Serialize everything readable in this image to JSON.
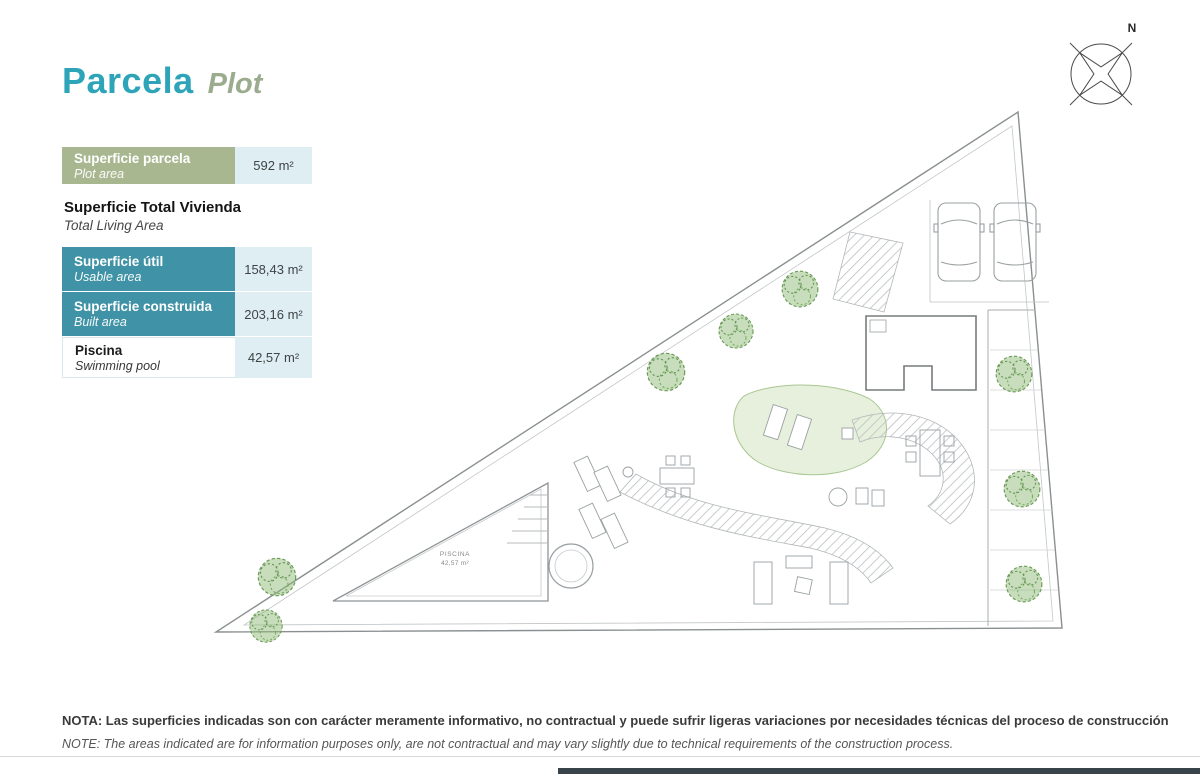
{
  "header": {
    "title_es": "Parcela",
    "title_en": "Plot"
  },
  "compass": {
    "north": "N"
  },
  "areas": {
    "plot": {
      "label_es": "Superficie parcela",
      "label_en": "Plot area",
      "value": "592 m²"
    },
    "total": {
      "label_es": "Superficie Total Vivienda",
      "label_en": "Total Living Area"
    },
    "usable": {
      "label_es": "Superficie útil",
      "label_en": "Usable area",
      "value": "158,43 m²"
    },
    "built": {
      "label_es": "Superficie construida",
      "label_en": "Built area",
      "value": "203,16 m²"
    },
    "pool": {
      "label_es": "Piscina",
      "label_en": "Swimming pool",
      "value": "42,57 m²"
    }
  },
  "plan": {
    "pool_label_1": "PISCINA",
    "pool_label_2": "42,57 m²"
  },
  "footer": {
    "note_es": "NOTA: Las superficies indicadas son con carácter meramente informativo, no contractual y puede sufrir ligeras variaciones por necesidades técnicas del proceso de construcción",
    "note_en": "NOTE: The areas indicated are for information purposes only, are not contractual and may vary slightly due to technical requirements of the construction process."
  },
  "colors": {
    "accent_teal": "#2ea4b8",
    "accent_sage": "#a9b791",
    "header_teal": "#4093a6",
    "value_bg": "#dfeef3",
    "plan_line": "#9aa0a3",
    "tree_green": "#6a9b55",
    "lawn_green": "#e6f0dc",
    "bottom_bar": "#39444a"
  }
}
